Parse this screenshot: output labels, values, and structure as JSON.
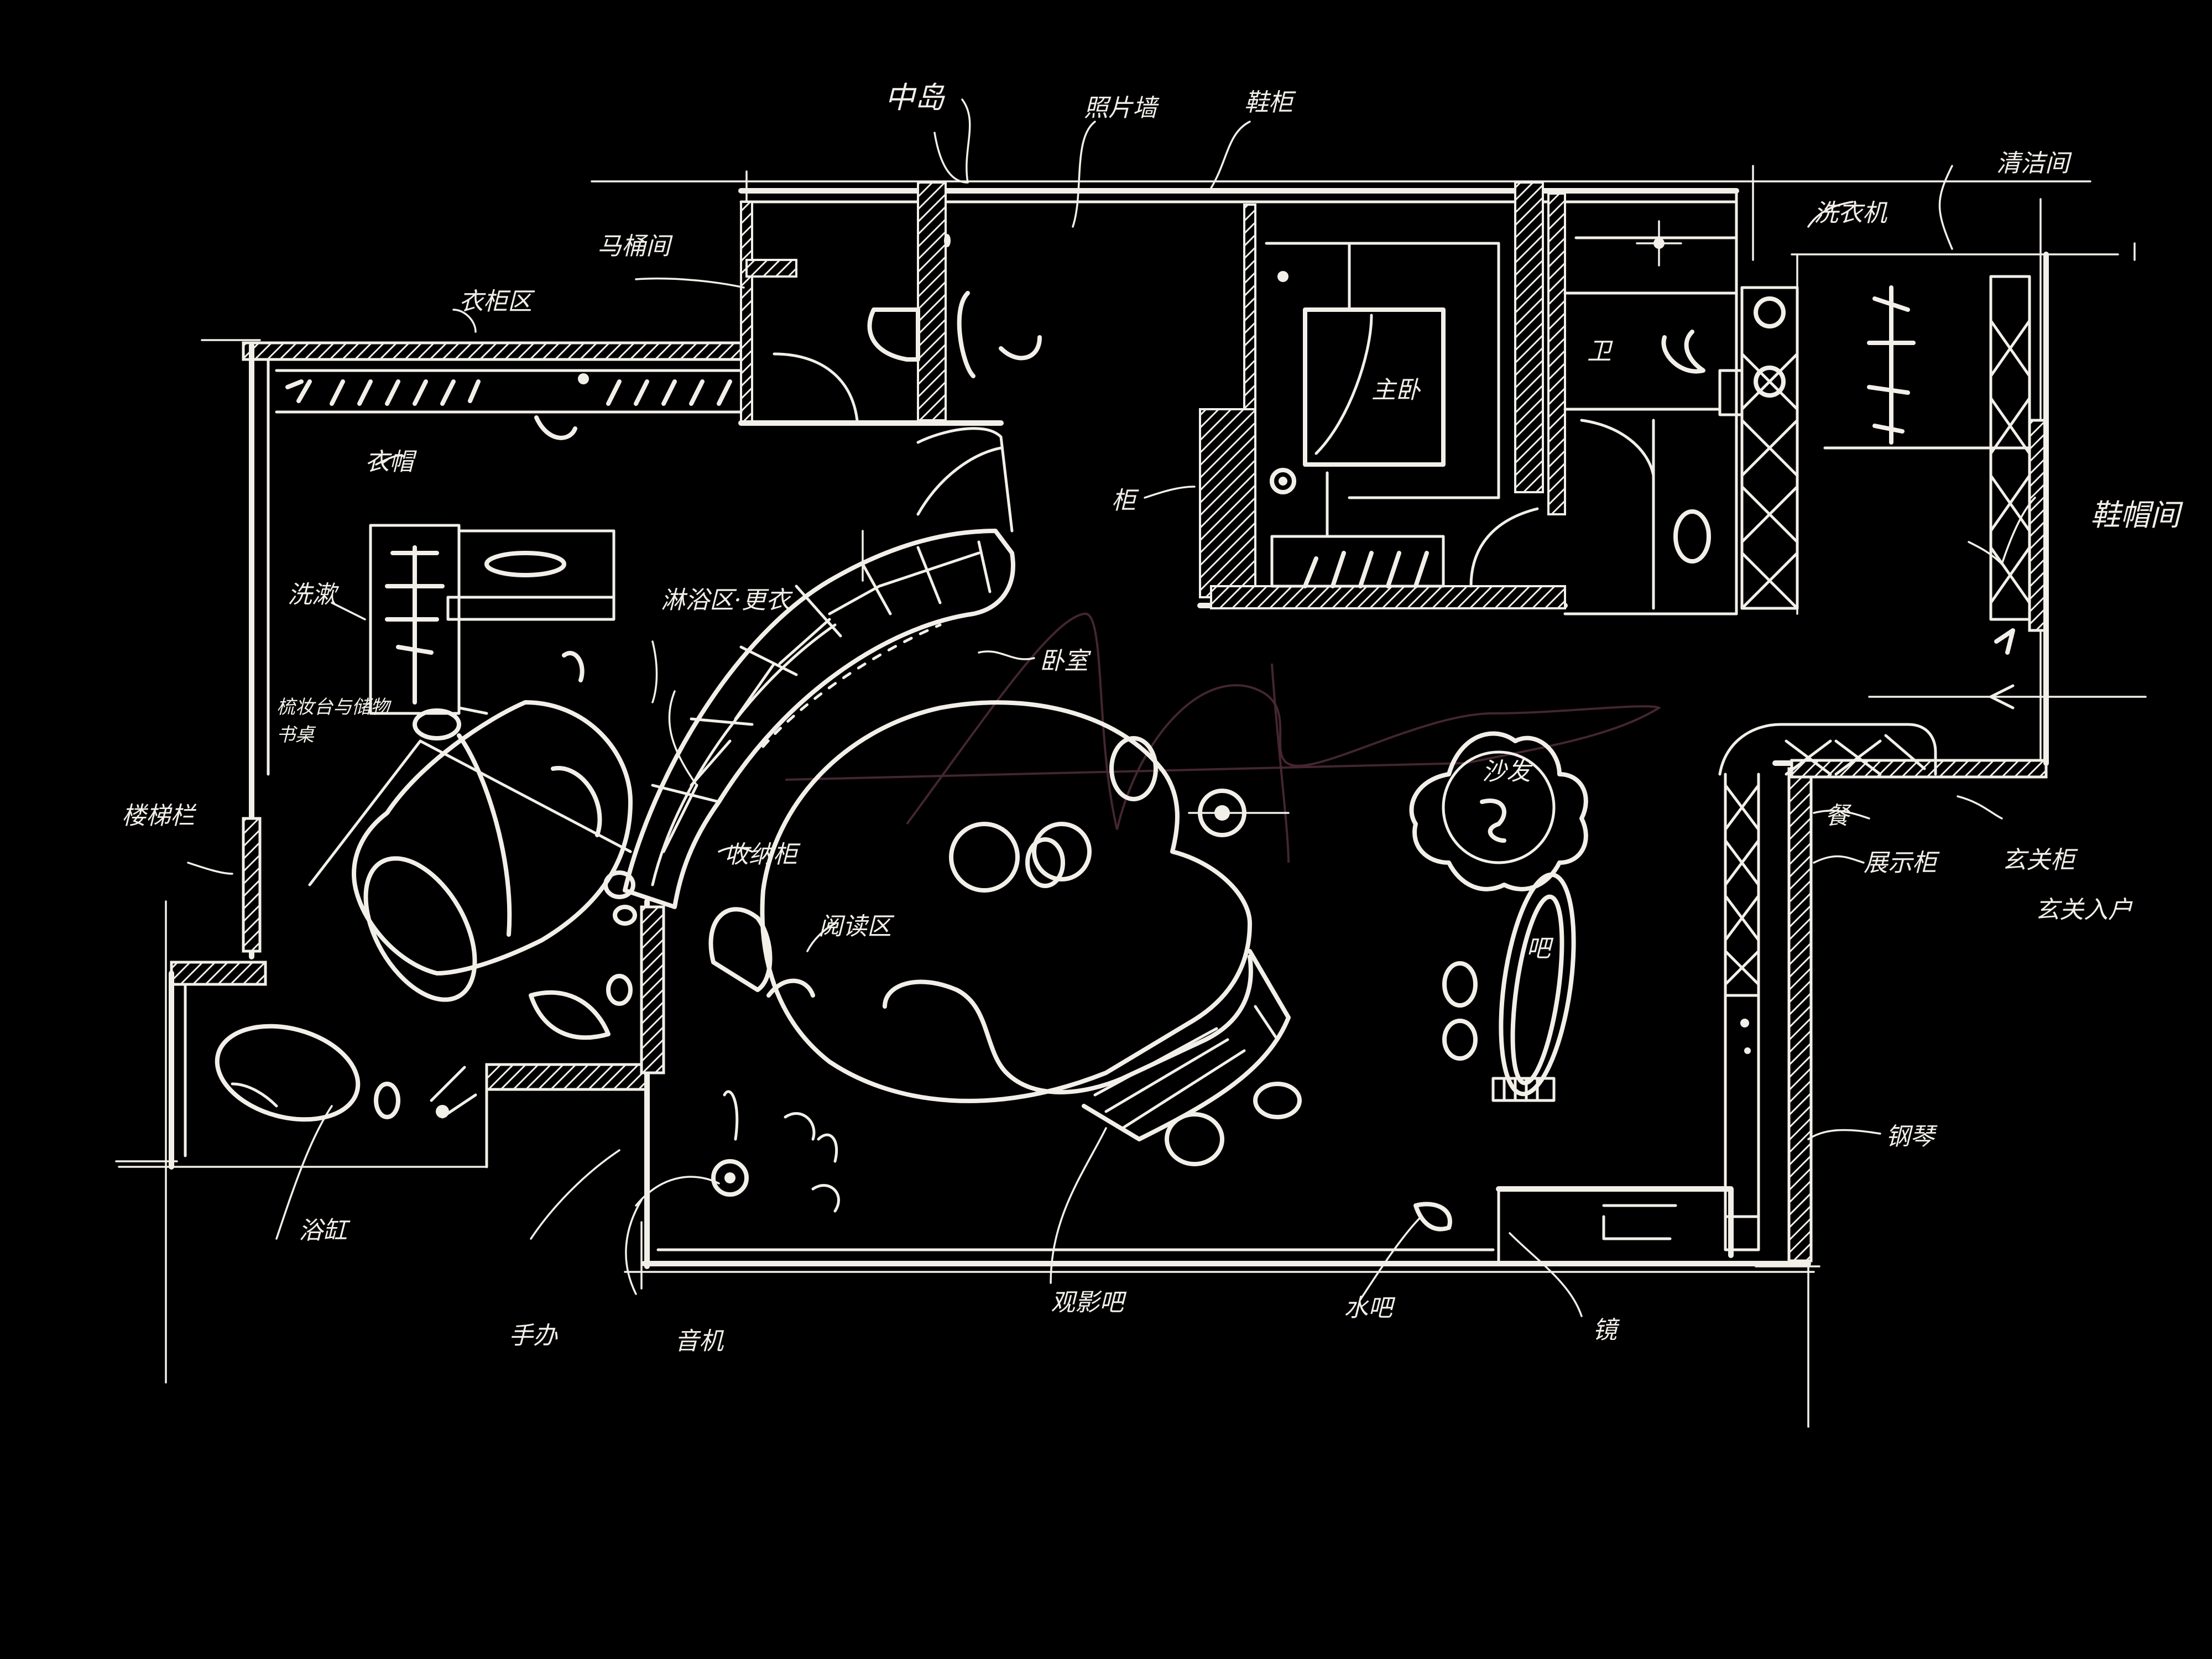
{
  "labels": {
    "kitchen_top": "中岛",
    "photo_wall": "照片墙",
    "shoe_cabinet_top": "鞋柜",
    "toilet": "马桶间",
    "storage_corridor": "衣柜区",
    "cloakroom": "衣帽",
    "wash": "洗漱",
    "shower_tray": "淋浴区·更衣",
    "dressing_counter": "梳妆台与储物",
    "stairs_left": "楼梯栏",
    "bathtub": "浴缸",
    "leisure": "卧室",
    "storage_cabinet": "收纳柜",
    "bedroom": "主卧",
    "cabinet": "柜",
    "bath": "卫",
    "laundry": "洗衣机",
    "clean_room": "清洁间",
    "dressing_room": "鞋帽间",
    "display_cabinet": "展示柜",
    "entry_cabinet": "玄关柜",
    "entry_hall": "玄关入户",
    "dining": "餐",
    "reading": "阅读区",
    "sofa": "沙发",
    "bar": "吧",
    "desk": "书桌",
    "hand_wash": "手办",
    "sound": "音机",
    "tv_wall": "观影吧",
    "water_bar": "水吧",
    "mirror": "镜",
    "piano": "钢琴"
  }
}
